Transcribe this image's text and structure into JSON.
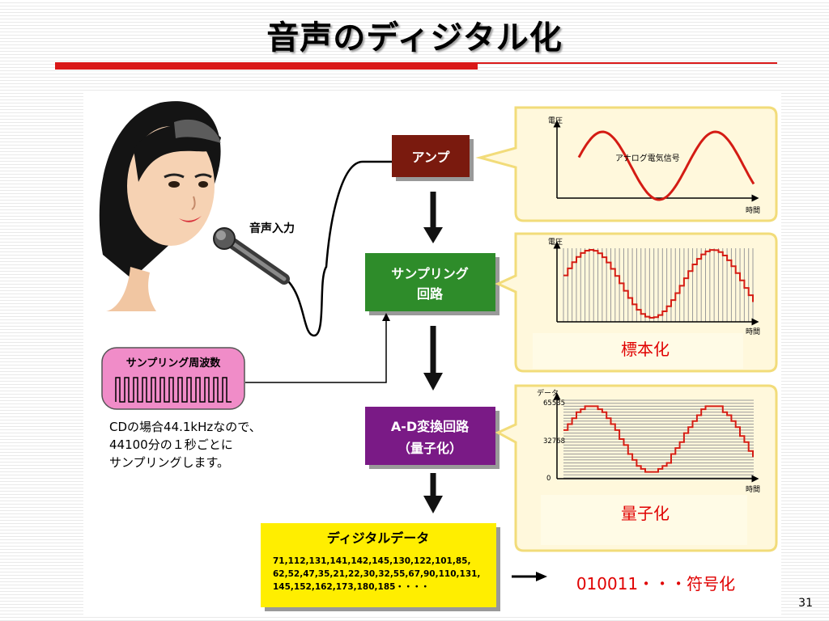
{
  "slide": {
    "title": "音声のディジタル化",
    "page_number": "31"
  },
  "diagram": {
    "voice_input_label": "音声入力",
    "amp_label": "アンプ",
    "sampling_circuit_label": [
      "サンプリング",
      "回路"
    ],
    "sampling_frequency_label": "サンプリング周波数",
    "cd_note": [
      "CDの場合44.1kHzなので、",
      "44100分の１秒ごとに",
      "サンプリングします。"
    ],
    "ad_circuit_label": [
      "A-D変換回路",
      "（量子化）"
    ],
    "digital_data_title": "ディジタルデータ",
    "digital_data_values": [
      "71,112,131,141,142,145,130,122,101,85,",
      "62,52,47,35,21,22,30,32,55,67,90,110,131,",
      "145,152,162,173,180,185・・・・"
    ],
    "graph_analog": {
      "y_label": "電圧",
      "x_label": "時間",
      "signal_label": "アナログ電気信号"
    },
    "graph_sampled": {
      "y_label": "電圧",
      "x_label": "時間"
    },
    "graph_quantized": {
      "y_label": "データ",
      "x_label": "時間",
      "y_ticks": [
        "65535",
        "32768",
        "0"
      ]
    }
  },
  "annotations": {
    "sampling": "標本化",
    "quantization": "量子化",
    "encoding": "010011・・・符号化"
  },
  "colors": {
    "amp_box": "#7a1a0e",
    "sampling_box": "#2e8c2a",
    "ad_box": "#7a1a86",
    "digital_box": "#ffee00",
    "freq_box": "#f08cc8",
    "callout_fill": "#fff8dc",
    "callout_border": "#f2dc7a",
    "signal": "#d41c14",
    "accent_red": "#d91818"
  }
}
